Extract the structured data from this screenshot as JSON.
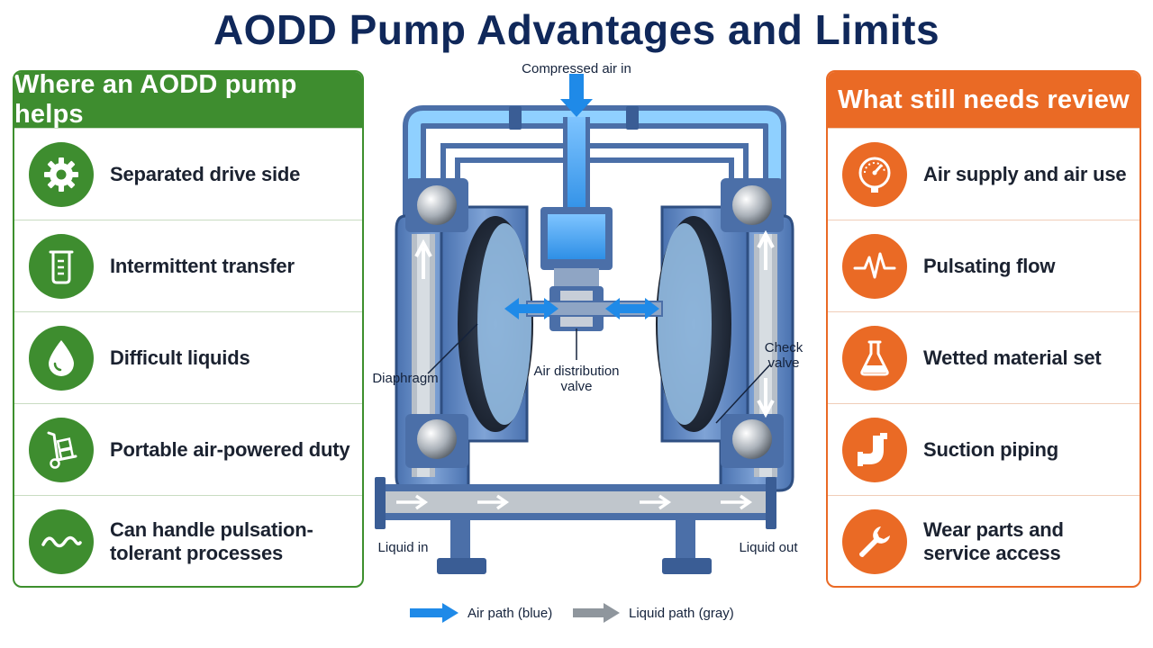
{
  "title": "AODD Pump Advantages and Limits",
  "colors": {
    "title": "#10285a",
    "green": "#3e8d2f",
    "orange": "#ea6a25",
    "air_blue": "#2e8fe6",
    "liquid_gray": "#9aa3ab",
    "pump_body": "#5b86c2"
  },
  "left_panel": {
    "header": "Where an AODD pump helps",
    "items": [
      {
        "label": "Separated drive side",
        "icon": "gear-icon"
      },
      {
        "label": "Intermittent transfer",
        "icon": "beaker-icon"
      },
      {
        "label": "Difficult liquids",
        "icon": "droplet-icon"
      },
      {
        "label": "Portable air-powered duty",
        "icon": "hand-truck-icon"
      },
      {
        "label": "Can handle pulsation-tolerant processes",
        "icon": "wave-icon"
      }
    ]
  },
  "right_panel": {
    "header": "What still needs review",
    "items": [
      {
        "label": "Air supply and air use",
        "icon": "pressure-gauge-icon"
      },
      {
        "label": "Pulsating flow",
        "icon": "pulse-icon"
      },
      {
        "label": "Wetted material set",
        "icon": "flask-icon"
      },
      {
        "label": "Suction piping",
        "icon": "pipe-elbow-icon"
      },
      {
        "label": "Wear parts and service access",
        "icon": "wrench-icon"
      }
    ]
  },
  "diagram": {
    "compressed_air": "Compressed air in",
    "check_valve": "Check valve",
    "diaphragm": "Diaphragm",
    "air_valve": "Air distribution valve",
    "liquid_in": "Liquid in",
    "liquid_out": "Liquid out"
  },
  "legend": {
    "air": "Air path (blue)",
    "liquid": "Liquid path (gray)"
  }
}
